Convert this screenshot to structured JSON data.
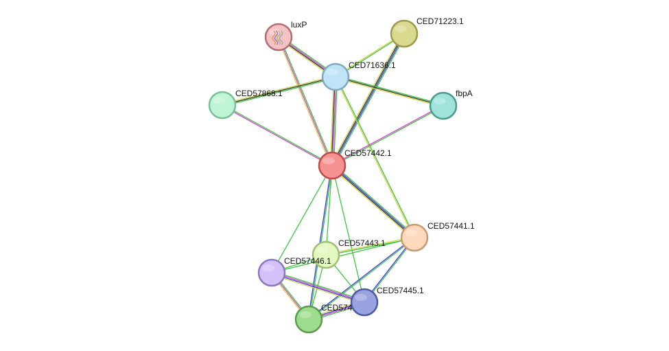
{
  "diagram": {
    "type": "protein-interaction-network",
    "nodes": [
      {
        "id": "luxP",
        "label": "luxP",
        "fill": "#f4c2c4",
        "stroke": "#b0706f",
        "has_structure_image": true
      },
      {
        "id": "CED71223.1",
        "label": "CED71223.1",
        "fill": "#dada8e",
        "stroke": "#9c9a4c"
      },
      {
        "id": "CED71636.1",
        "label": "CED71636.1",
        "fill": "#bfe4f8",
        "stroke": "#7fa8bf"
      },
      {
        "id": "CED57868.1",
        "label": "CED57868.1",
        "fill": "#bff5d6",
        "stroke": "#7cbf96"
      },
      {
        "id": "fbpA",
        "label": "fbpA",
        "fill": "#9fe3d9",
        "stroke": "#4a9a90"
      },
      {
        "id": "CED57442.1",
        "label": "CED57442.1",
        "fill": "#f59393",
        "stroke": "#c24a4a"
      },
      {
        "id": "CED57441.1",
        "label": "CED57441.1",
        "fill": "#fcd9bc",
        "stroke": "#c79a73"
      },
      {
        "id": "CED57443.1",
        "label": "CED57443.1",
        "fill": "#e3f7c0",
        "stroke": "#9fbf77"
      },
      {
        "id": "CED57446.1",
        "label": "CED57446.1",
        "fill": "#d3c2f7",
        "stroke": "#8c78bf"
      },
      {
        "id": "CED57445.1",
        "label": "CED57445.1",
        "fill": "#98a3e0",
        "stroke": "#4e5aa0"
      },
      {
        "id": "CED57444.1",
        "label": "CED574",
        "fill": "#9edc8e",
        "stroke": "#5a9c4c"
      }
    ],
    "edge_colors": {
      "green": "#3ec43e",
      "magenta": "#d642d6",
      "yellow": "#d4d447",
      "blue": "#3b3bdb",
      "black": "#333333"
    },
    "edges": [
      {
        "source": "luxP",
        "target": "CED71636.1",
        "types": [
          "green",
          "magenta",
          "black",
          "yellow"
        ]
      },
      {
        "source": "luxP",
        "target": "CED57442.1",
        "types": [
          "green",
          "magenta",
          "yellow"
        ]
      },
      {
        "source": "CED71223.1",
        "target": "CED71636.1",
        "types": [
          "green",
          "yellow"
        ]
      },
      {
        "source": "CED71223.1",
        "target": "CED57442.1",
        "types": [
          "green",
          "blue",
          "black",
          "yellow"
        ]
      },
      {
        "source": "CED71636.1",
        "target": "CED57868.1",
        "types": [
          "green",
          "black",
          "yellow"
        ]
      },
      {
        "source": "CED71636.1",
        "target": "fbpA",
        "types": [
          "green",
          "black",
          "yellow"
        ]
      },
      {
        "source": "CED71636.1",
        "target": "CED57442.1",
        "types": [
          "green",
          "magenta",
          "black",
          "yellow"
        ]
      },
      {
        "source": "CED71636.1",
        "target": "CED57441.1",
        "types": [
          "green",
          "yellow"
        ]
      },
      {
        "source": "CED57868.1",
        "target": "CED57442.1",
        "types": [
          "green",
          "magenta"
        ]
      },
      {
        "source": "fbpA",
        "target": "CED57442.1",
        "types": [
          "green",
          "magenta"
        ]
      },
      {
        "source": "CED57442.1",
        "target": "CED57441.1",
        "types": [
          "green",
          "blue",
          "black",
          "yellow"
        ]
      },
      {
        "source": "CED57442.1",
        "target": "CED57443.1",
        "types": [
          "green"
        ]
      },
      {
        "source": "CED57442.1",
        "target": "CED57446.1",
        "types": [
          "green"
        ]
      },
      {
        "source": "CED57442.1",
        "target": "CED57444.1",
        "types": [
          "green",
          "blue"
        ]
      },
      {
        "source": "CED57442.1",
        "target": "CED57445.1",
        "types": [
          "green"
        ]
      },
      {
        "source": "CED57441.1",
        "target": "CED57443.1",
        "types": [
          "green",
          "yellow"
        ]
      },
      {
        "source": "CED57441.1",
        "target": "CED57446.1",
        "types": [
          "green"
        ]
      },
      {
        "source": "CED57441.1",
        "target": "CED57445.1",
        "types": [
          "green",
          "blue"
        ]
      },
      {
        "source": "CED57441.1",
        "target": "CED57444.1",
        "types": [
          "green",
          "blue"
        ]
      },
      {
        "source": "CED57443.1",
        "target": "CED57446.1",
        "types": [
          "green"
        ]
      },
      {
        "source": "CED57443.1",
        "target": "CED57445.1",
        "types": [
          "green"
        ]
      },
      {
        "source": "CED57443.1",
        "target": "CED57444.1",
        "types": [
          "green"
        ]
      },
      {
        "source": "CED57446.1",
        "target": "CED57445.1",
        "types": [
          "green",
          "magenta",
          "blue",
          "yellow"
        ]
      },
      {
        "source": "CED57446.1",
        "target": "CED57444.1",
        "types": [
          "green",
          "magenta",
          "yellow"
        ]
      },
      {
        "source": "CED57445.1",
        "target": "CED57444.1",
        "types": [
          "green",
          "magenta",
          "blue",
          "yellow"
        ]
      }
    ]
  }
}
